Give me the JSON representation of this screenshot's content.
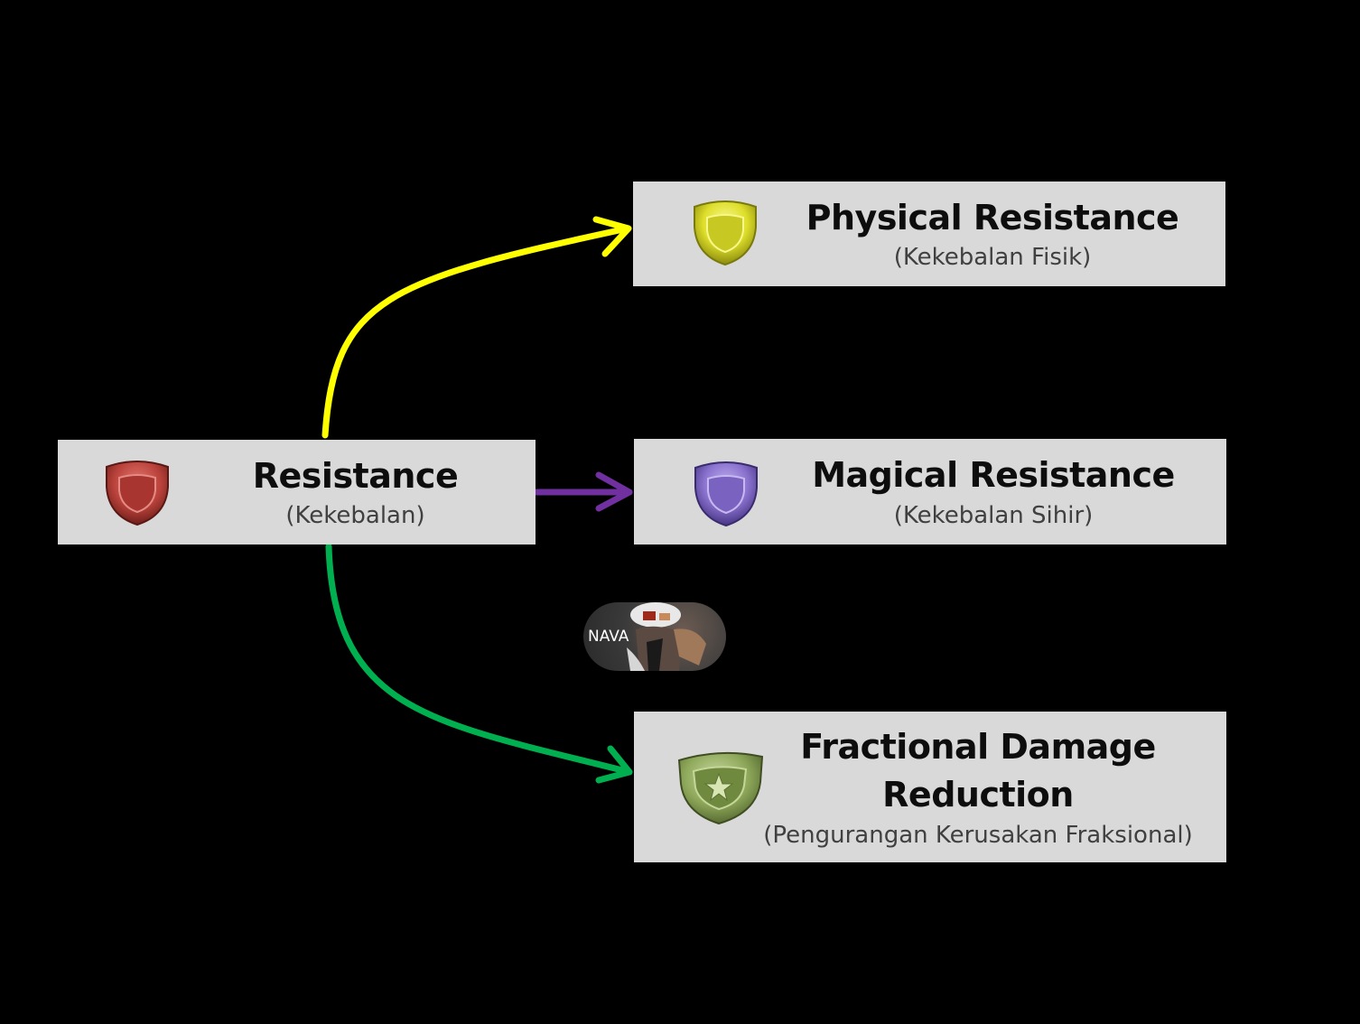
{
  "colors": {
    "background": "#000000",
    "box_fill": "#d9d9d9",
    "title_text": "#0d0d0d",
    "subtitle_text": "#404040",
    "arrow_physical": "#ffff00",
    "arrow_magical": "#7030a0",
    "arrow_fractional": "#00b050"
  },
  "root": {
    "title": "Resistance",
    "subtitle": "(Kekebalan)",
    "icon": "red-shield-icon"
  },
  "nodes": {
    "physical": {
      "title": "Physical Resistance",
      "subtitle": "(Kekebalan Fisik)",
      "icon": "yellow-shield-icon"
    },
    "magical": {
      "title": "Magical Resistance",
      "subtitle": "(Kekebalan Sihir)",
      "icon": "purple-shield-icon"
    },
    "fractional": {
      "title_line1": "Fractional Damage",
      "title_line2": "Reduction",
      "subtitle": "(Pengurangan Kerusakan Fraksional)",
      "icon": "green-star-shield-icon"
    }
  },
  "edges": [
    {
      "from": "root",
      "to": "physical",
      "color": "#ffff00"
    },
    {
      "from": "root",
      "to": "magical",
      "color": "#7030a0"
    },
    {
      "from": "root",
      "to": "fractional",
      "color": "#00b050"
    }
  ],
  "watermark": {
    "text": "NAVA"
  }
}
